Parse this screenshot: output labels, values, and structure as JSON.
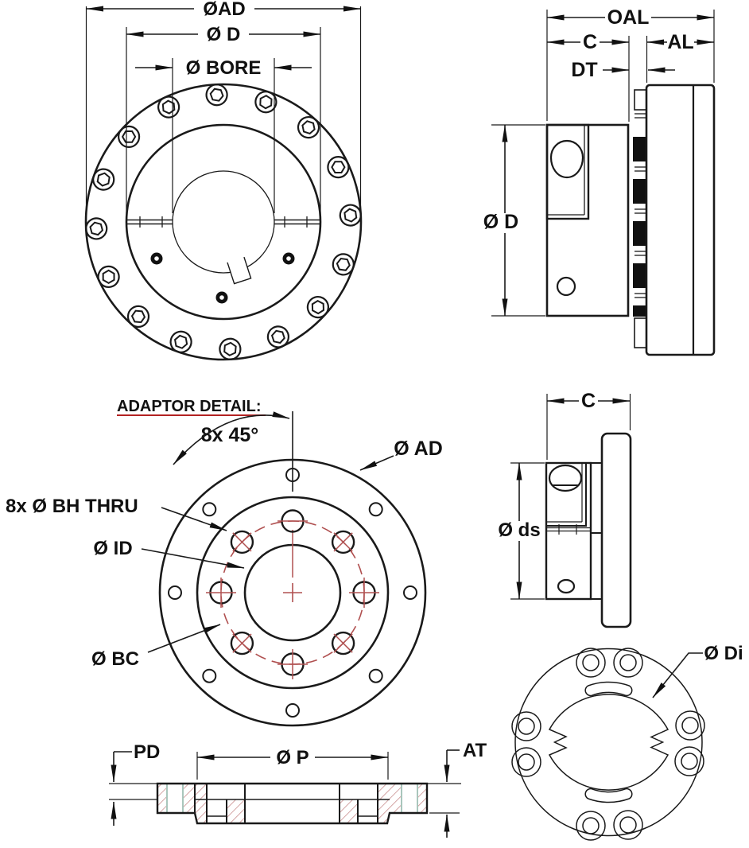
{
  "drawing": {
    "front_view": {
      "dim_outer_diameter": "ØAD",
      "dim_hub_diameter": "Ø D",
      "dim_bore": "Ø BORE"
    },
    "side_view": {
      "dim_overall_length": "OAL",
      "dim_hub_length": "C",
      "dim_adaptor_length": "AL",
      "dim_disc_thickness": "DT",
      "dim_hub_diameter": "Ø D"
    },
    "adaptor_detail": {
      "heading": "ADAPTOR DETAIL:",
      "dim_hole_angle": "8x 45°",
      "dim_adaptor_diameter": "Ø AD",
      "dim_bolt_holes": "8x Ø BH THRU",
      "dim_inner_diameter": "Ø ID",
      "dim_bolt_circle": "Ø BC"
    },
    "adaptor_section": {
      "dim_pilot_depth": "PD",
      "dim_pilot_diameter": "Ø P",
      "dim_adaptor_thickness": "AT"
    },
    "adaptor_side_view": {
      "dim_hub_length": "C",
      "dim_hub_diameter": "Ø ds"
    },
    "disc_pack_view": {
      "dim_disc_inner_diameter": "Ø Di"
    },
    "colors": {
      "line": "#1a1a1a",
      "red_accent": "#b32222",
      "red_centerline": "#b05050",
      "red_hatch": "#c98f8f",
      "green_phantom": "#a9c6bc"
    }
  }
}
